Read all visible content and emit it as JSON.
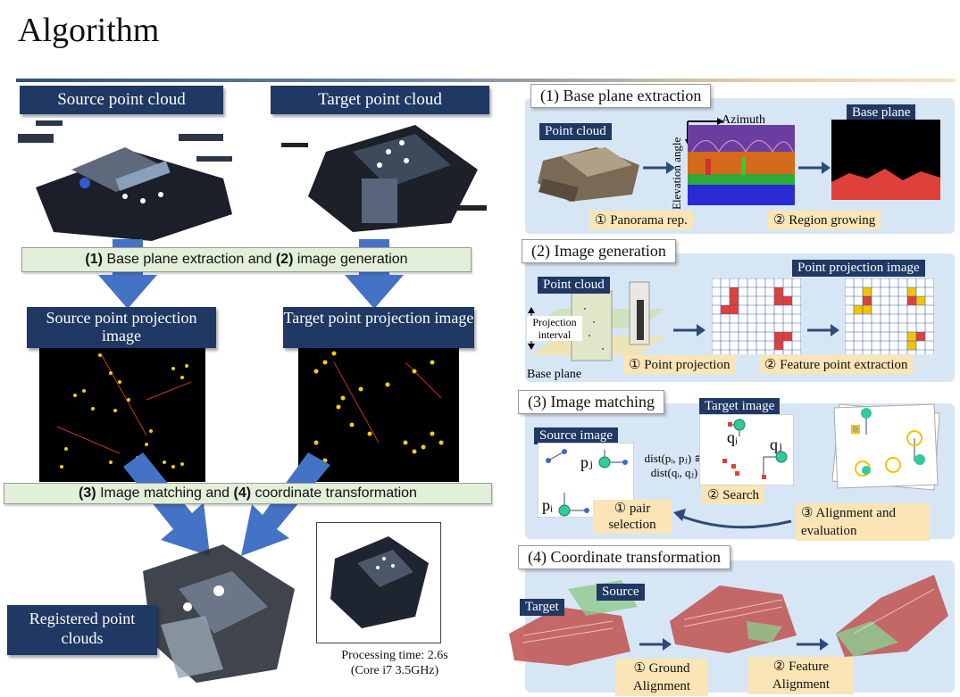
{
  "title": "Algorithm",
  "left": {
    "source_cloud_label": "Source point cloud",
    "target_cloud_label": "Target point cloud",
    "step12": {
      "n1": "(1)",
      "t1": "Base plane extraction and ",
      "n2": "(2)",
      "t2": "image generation"
    },
    "source_proj_label": "Source point projection image",
    "target_proj_label": "Target point projection image",
    "step34": {
      "n1": "(3)",
      "t1": "Image matching and ",
      "n2": "(4)",
      "t2": "coordinate transformation"
    },
    "registered_label": "Registered point clouds",
    "processing_time": "Processing time: 2.6s",
    "cpu": "(Core i7 3.5GHz)"
  },
  "sections": {
    "s1": {
      "header": "(1) Base plane extraction",
      "point_cloud": "Point cloud",
      "azimuth": "Azimuth",
      "elevation": "Elevation angle",
      "base_plane": "Base plane",
      "step1": "① Panorama rep.",
      "step2": "② Region growing"
    },
    "s2": {
      "header": "(2) Image generation",
      "point_cloud": "Point cloud",
      "projection_interval": "Projection interval",
      "base_plane": "Base plane",
      "ppi": "Point projection image",
      "step1": "① Point projection",
      "step2": "② Feature point extraction"
    },
    "s3": {
      "header": "(3) Image matching",
      "source_image": "Source image",
      "target_image": "Target image",
      "dist1": "dist(pᵢ, pⱼ) ≅",
      "dist2": "dist(qᵢ, qⱼ)",
      "pi": "pᵢ",
      "pj": "pⱼ",
      "qi": "qᵢ",
      "qj": "qⱼ",
      "step1": "① pair selection",
      "step2": "② Search",
      "step3": "③ Alignment and evaluation"
    },
    "s4": {
      "header": "(4) Coordinate transformation",
      "target": "Target",
      "source": "Source",
      "step1": "① Ground Alignment",
      "step2": "② Feature Alignment"
    }
  },
  "colors": {
    "navy": "#1f3864",
    "arrow_blue": "#4472c4",
    "panel_blue": "#d7e6f5",
    "orange_label": "#fbe5b6",
    "green_bar": "#e2efd9"
  }
}
